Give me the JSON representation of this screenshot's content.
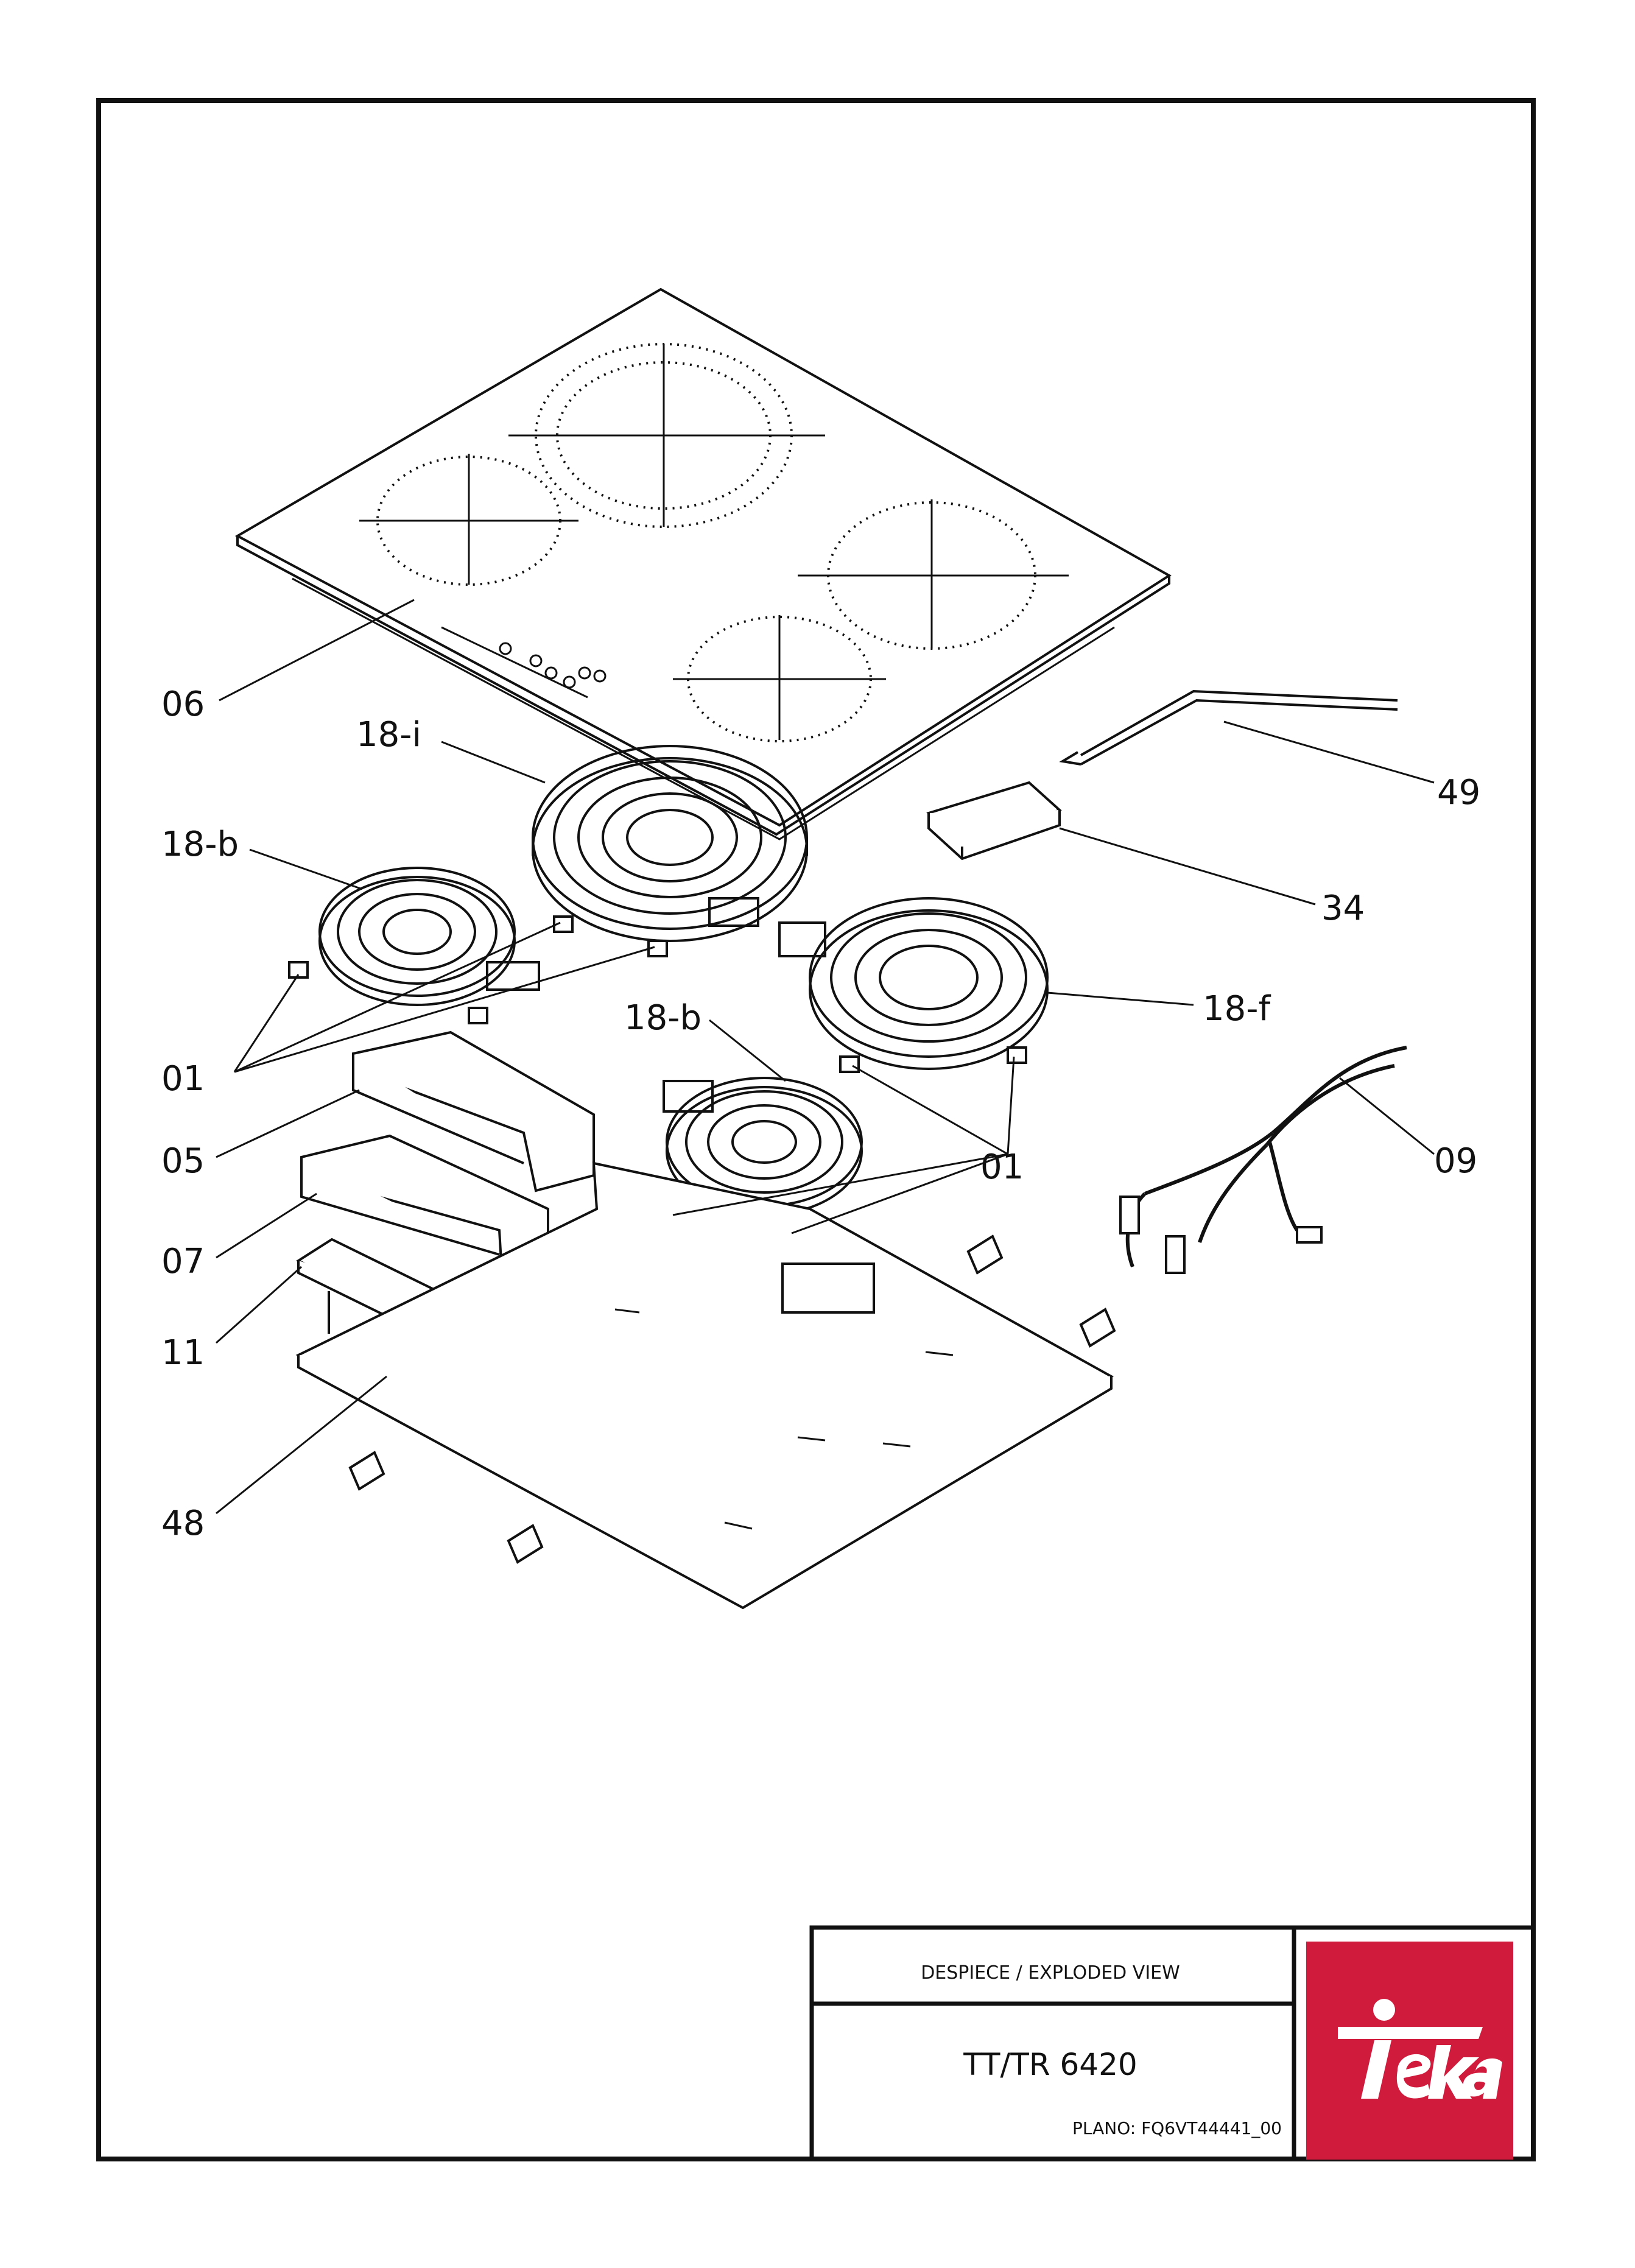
{
  "callouts": {
    "c06": "06",
    "c18i": "18-i",
    "c49": "49",
    "c18b_top": "18-b",
    "c34": "34",
    "c18f": "18-f",
    "c18b_mid": "18-b",
    "c01_left": "01",
    "c01_right": "01",
    "c09": "09",
    "c05": "05",
    "c07": "07",
    "c11": "11",
    "c48": "48"
  },
  "title_block": {
    "heading": "DESPIECE / EXPLODED VIEW",
    "model": "TT/TR 6420",
    "plano": "PLANO: FQ6VT44441_00",
    "logo_text": "Teka"
  },
  "colors": {
    "line": "#111111",
    "brand": "#d01b3d"
  }
}
